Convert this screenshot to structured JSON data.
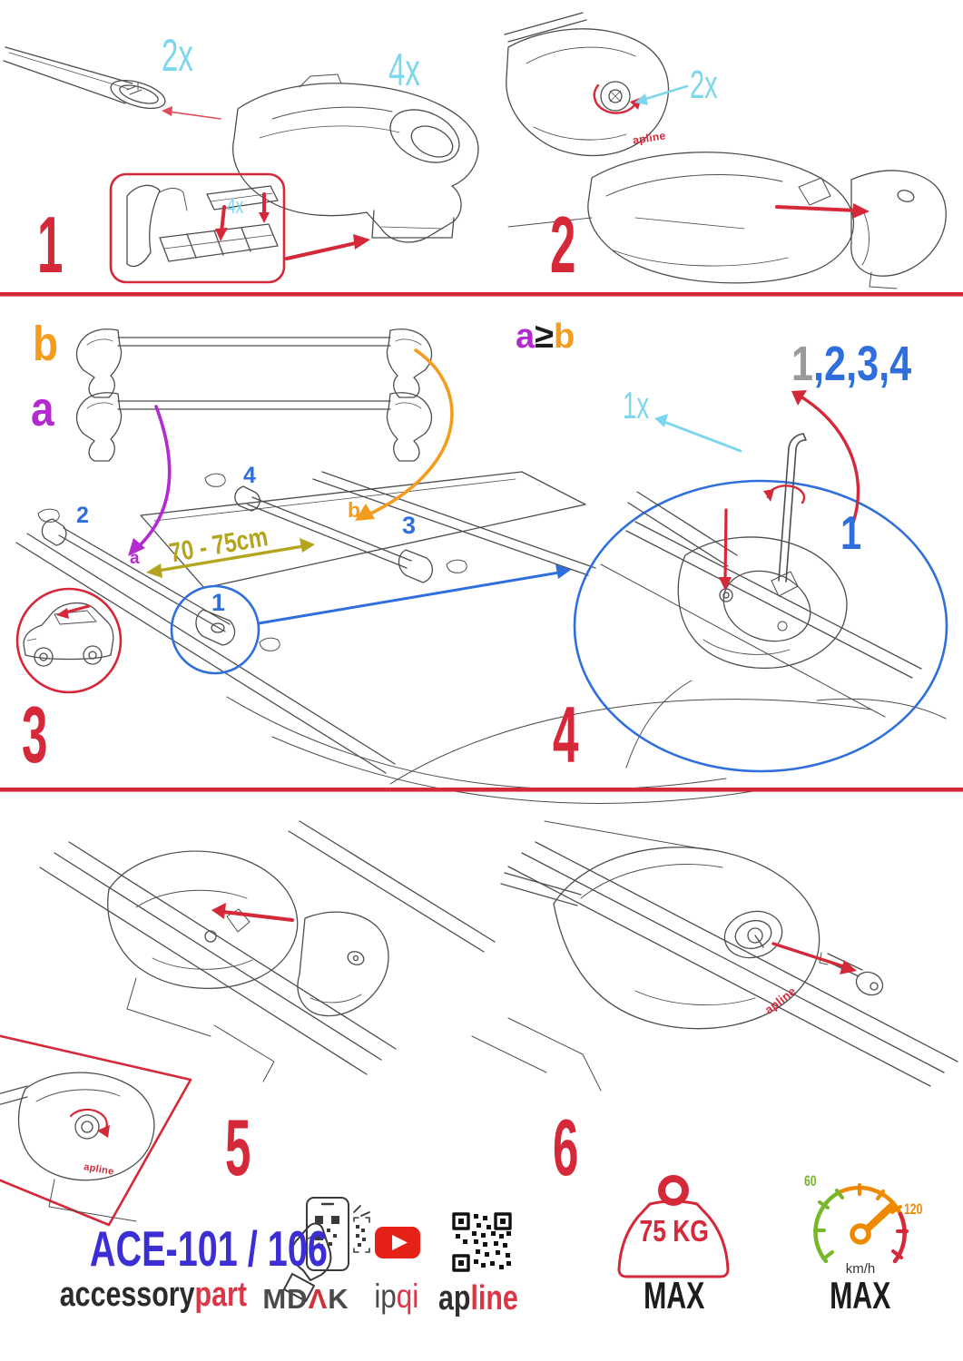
{
  "colors": {
    "accent_red": "#d5293a",
    "cyan": "#7cd7ee",
    "blue": "#2f6fdd",
    "purple": "#b32ad0",
    "orange": "#f39c1d",
    "olive": "#b3a51e",
    "indigo": "#3b2fd4",
    "gray_digit": "#9a9a9a",
    "green": "#76b82a",
    "speedo_orange": "#ef8a00",
    "youtube_red": "#e62117"
  },
  "steps": {
    "step1": {
      "number": "1",
      "bar_qty": "2x",
      "foot_qty": "4x",
      "pad_qty": "4x"
    },
    "step2": {
      "number": "2",
      "knob_qty": "2x",
      "brand_logo": "apline"
    },
    "step3": {
      "number": "3",
      "bar_b_label": "b",
      "bar_a_label": "a",
      "pos_front_left": "2",
      "pos_rear_left": "4",
      "pos_bar_b": "b",
      "pos_rear_right": "3",
      "pos_bar_a": "a",
      "pos_front_right": "1",
      "distance": "70 - 75cm"
    },
    "step4": {
      "number": "4",
      "cond_a": "a",
      "cond_op": "≥",
      "cond_b": "b",
      "key_qty": "1x",
      "seq_first": "1",
      "seq_rest": ",2,3,4",
      "pos_label": "1"
    },
    "step5": {
      "number": "5",
      "brand_logo": "apline"
    },
    "step6": {
      "number": "6",
      "brand_logo": "apline"
    }
  },
  "footer": {
    "model": "ACE-101 / 106",
    "brand_name_black": "accessory",
    "brand_name_red": "part",
    "mdak_left": "MD",
    "mdak_lambda": "Λ",
    "mdak_right": "K",
    "ipqi_black": "ip",
    "ipqi_red": "qi",
    "apline_black": "ap",
    "apline_red": "line",
    "weight_value": "75 KG",
    "weight_max": "MAX",
    "speed_low": "60",
    "speed_high": "120",
    "speed_unit": "km/h",
    "speed_max": "MAX"
  }
}
